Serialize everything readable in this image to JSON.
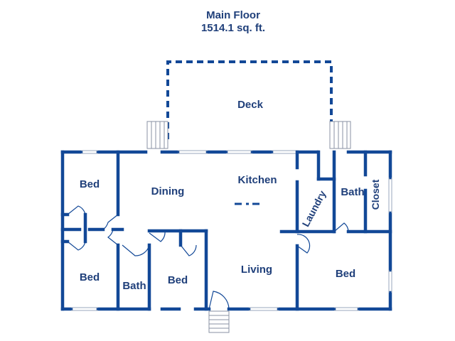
{
  "header": {
    "title": "Main Floor",
    "area": "1514.1 sq. ft."
  },
  "rooms": {
    "deck": "Deck",
    "bed_top_left": "Bed",
    "dining": "Dining",
    "kitchen": "Kitchen",
    "laundry": "Laundry",
    "bath_right": "Bath",
    "closet": "Closet",
    "bed_bottom_left": "Bed",
    "bath_small": "Bath",
    "bed_middle": "Bed",
    "living": "Living",
    "bed_right": "Bed"
  },
  "colors": {
    "wall": "#124897",
    "text": "#1f3f7a"
  }
}
